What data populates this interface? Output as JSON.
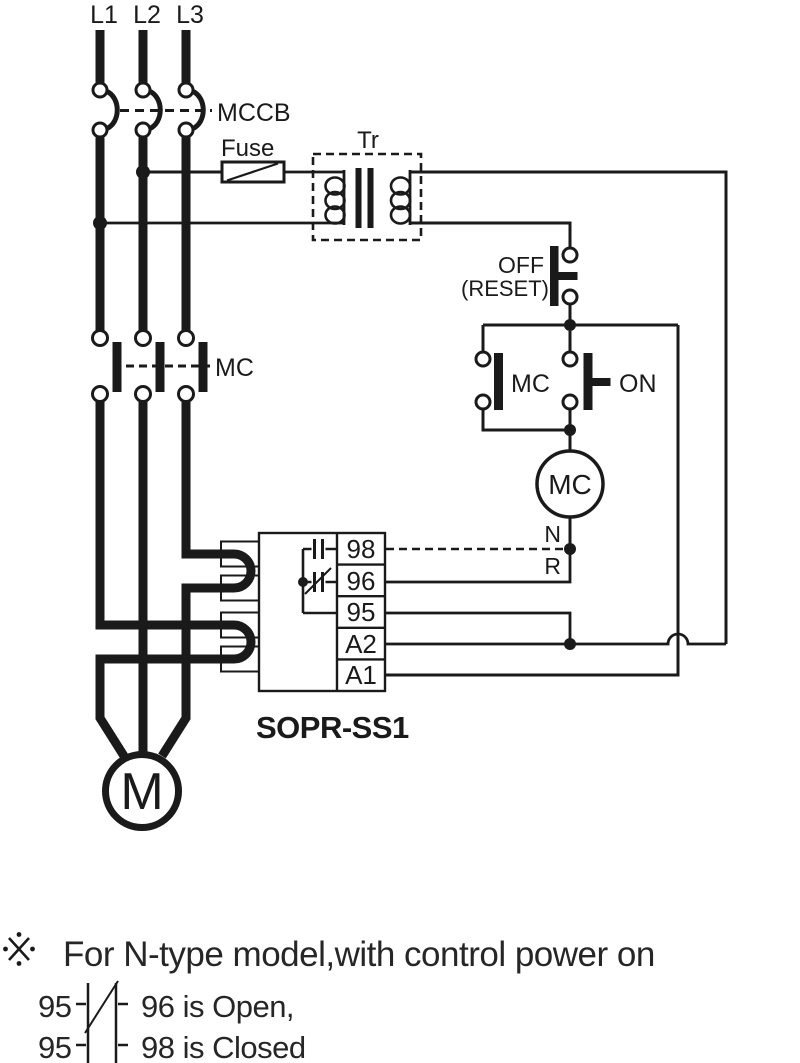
{
  "colors": {
    "ink": "#1a1a1a",
    "paper": "#ffffff"
  },
  "diagram": {
    "phases": {
      "l1": "L1",
      "l2": "L2",
      "l3": "L3"
    },
    "mccb_label": "MCCB",
    "fuse_label": "Fuse",
    "transformer_label": "Tr",
    "off_label": "OFF",
    "reset_label": "(RESET)",
    "mc_main_label": "MC",
    "mc_aux_label": "MC",
    "on_label": "ON",
    "mc_coil_label": "MC",
    "neutral_label": "N",
    "phase_r_label": "R",
    "relay_name": "SOPR-SS1",
    "terminals": [
      "98",
      "96",
      "95",
      "A2",
      "A1"
    ],
    "motor_label": "M"
  },
  "note": {
    "marker": "※",
    "line1": "For N-type model,with control power on",
    "line2_left": "95",
    "line2_right": "96 is Open,",
    "line3_left": "95",
    "line3_right": "98 is Closed"
  }
}
